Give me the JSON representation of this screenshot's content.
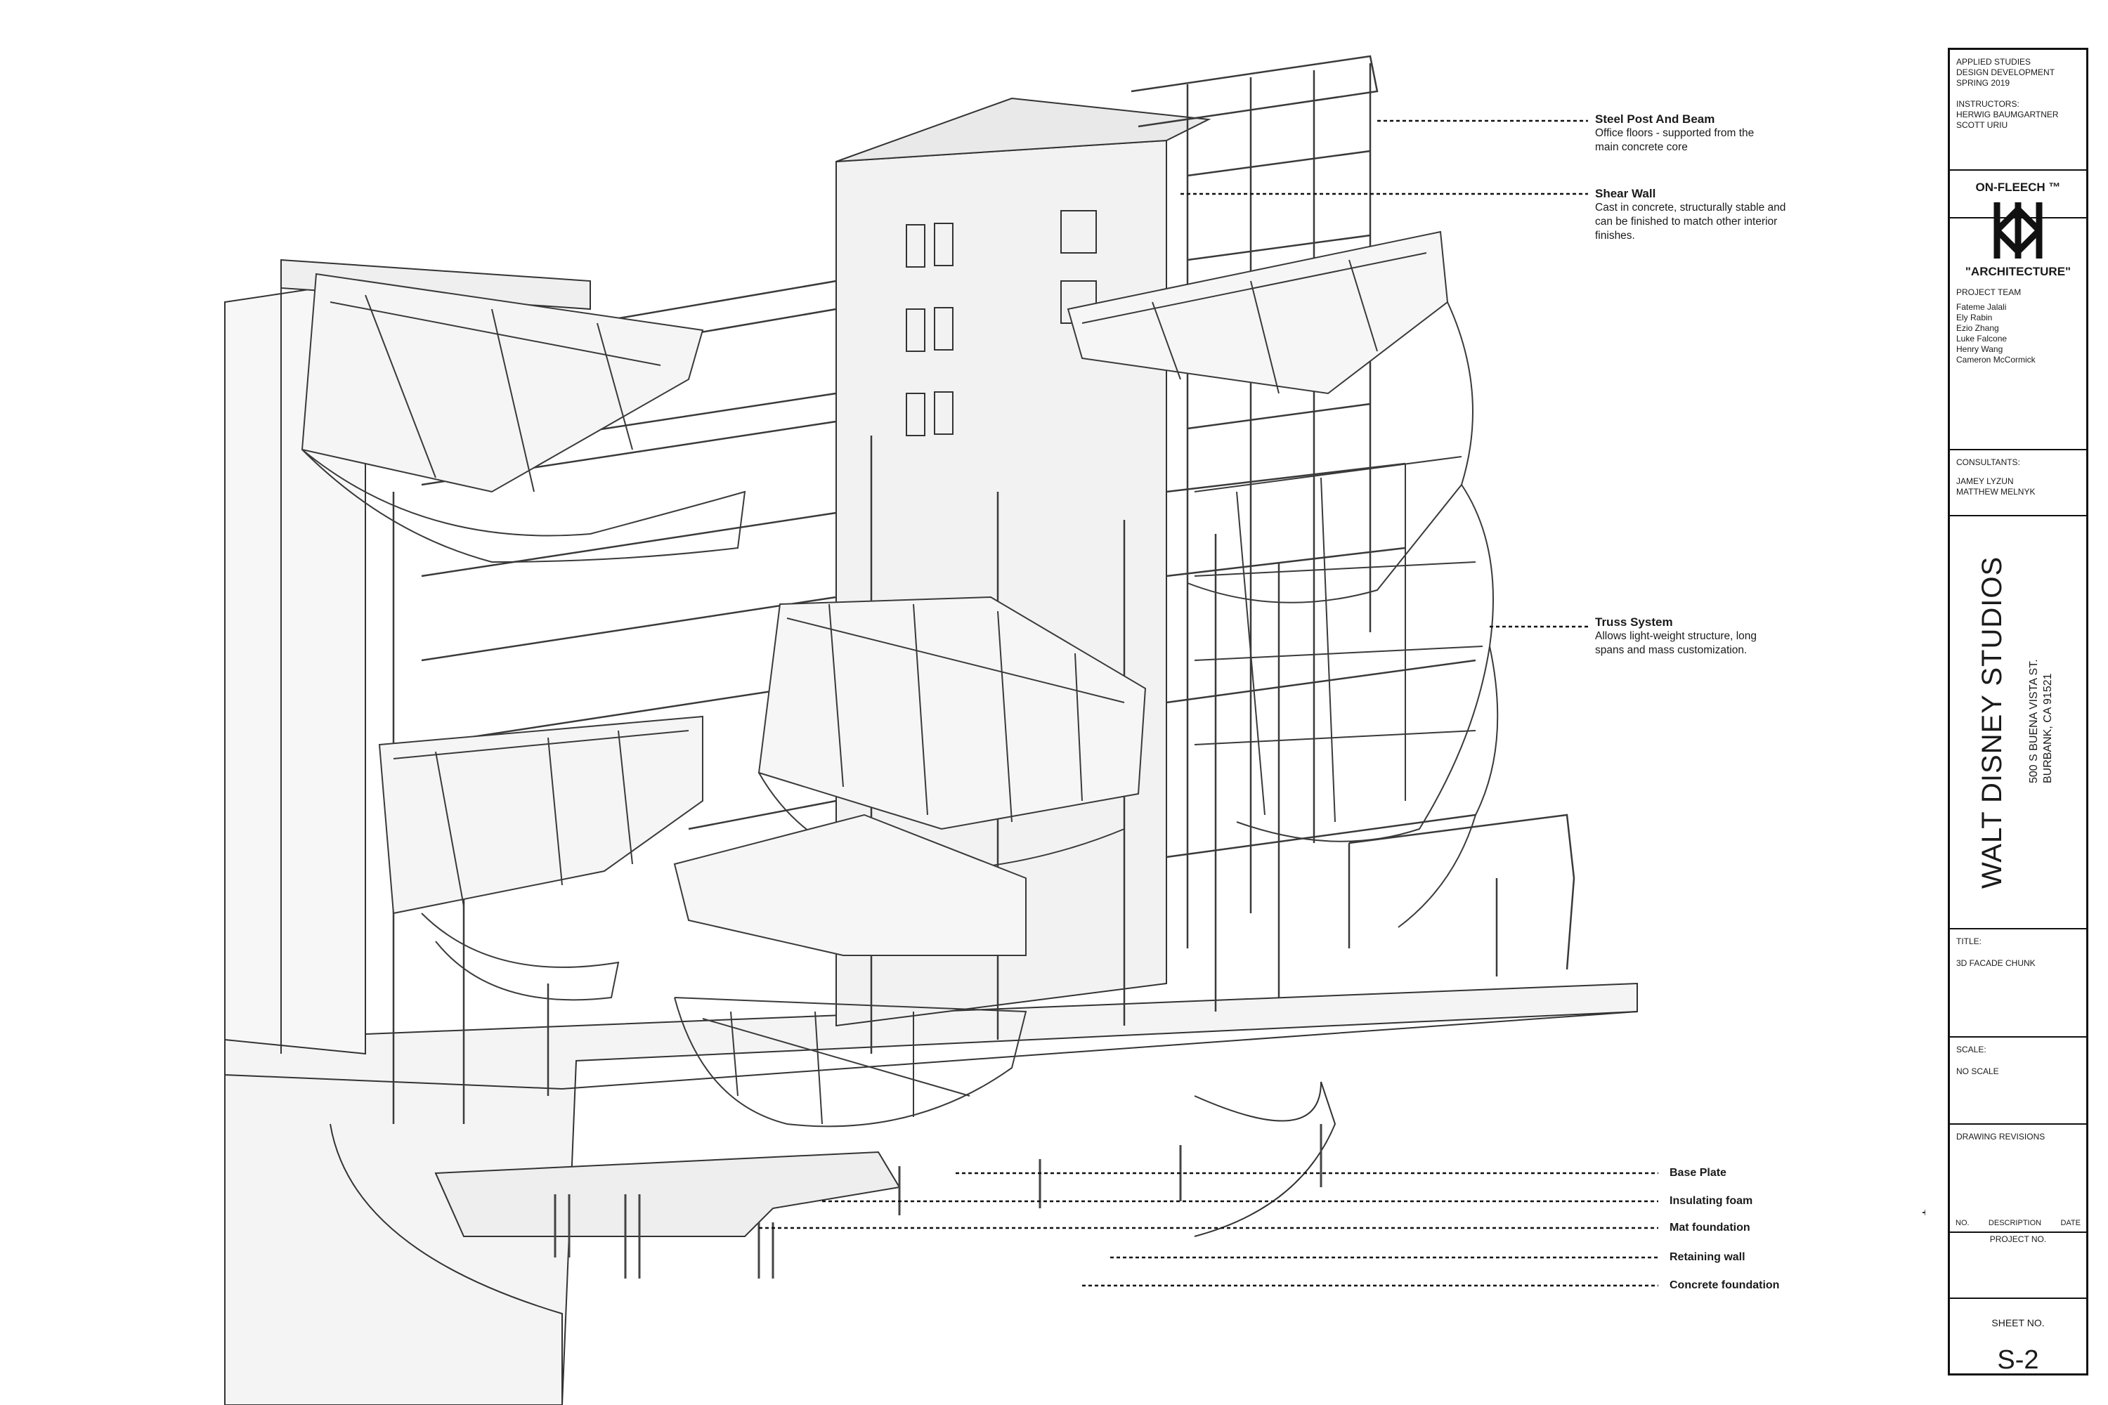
{
  "callouts": [
    {
      "title": "Steel Post And Beam",
      "description": "Office floors - supported from the main concrete core"
    },
    {
      "title": "Shear Wall",
      "description": "Cast in concrete, structurally stable and can be finished to match other interior finishes."
    },
    {
      "title": "Truss System",
      "description": "Allows light-weight structure, long spans and mass customization."
    }
  ],
  "foundation_notes": [
    "Base Plate",
    "Insulating foam",
    "Mat foundation",
    "Retaining wall",
    "Concrete foundation"
  ],
  "title_block": {
    "header_lines": [
      "APPLIED STUDIES",
      "DESIGN DEVELOPMENT",
      "SPRING 2019",
      "",
      "INSTRUCTORS:",
      "HERWIG BAUMGARTNER",
      "SCOTT URIU"
    ],
    "logo_name": "ON-FLEECH ™",
    "logo_tagline": "\"ARCHITECTURE\"",
    "project_team_label": "PROJECT TEAM",
    "project_team": [
      "Fateme Jalali",
      "Ely Rabin",
      "Ezio Zhang",
      "Luke Falcone",
      "Henry Wang",
      "Cameron McCormick"
    ],
    "consultants_label": "CONSULTANTS:",
    "consultants": [
      "JAMEY LYZUN",
      "MATTHEW MELNYK"
    ],
    "project_name": "WALT DISNEY STUDIOS",
    "address_line1": "500 S BUENA VISTA ST.",
    "address_line2": "BURBANK, CA 91521",
    "title_label": "TITLE:",
    "title_value": "3D FACADE CHUNK",
    "scale_label": "SCALE:",
    "scale_value": "NO SCALE",
    "revisions_label": "DRAWING REVISIONS",
    "rev_no": "NO.",
    "rev_description": "DESCRIPTION",
    "rev_date": "DATE",
    "project_no_label": "PROJECT NO.",
    "sheet_no_label": "SHEET NO.",
    "sheet_no": "S-2"
  }
}
